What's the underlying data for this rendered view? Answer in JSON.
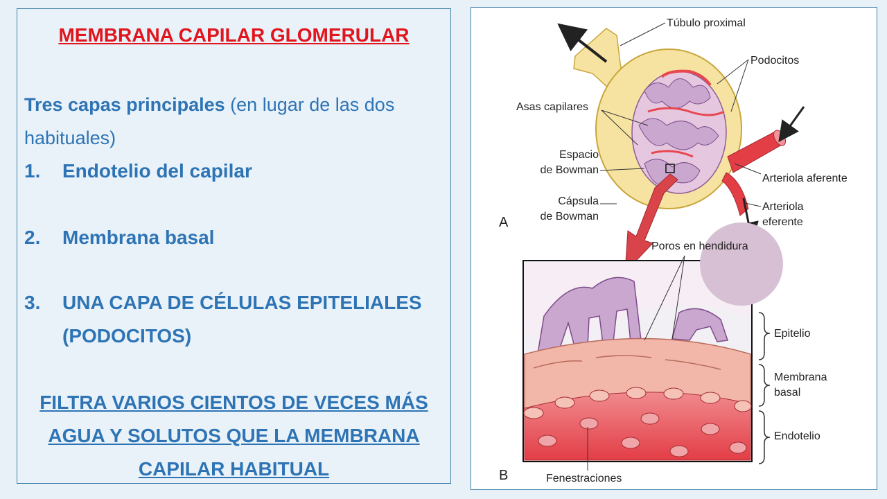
{
  "slide": {
    "title": "MEMBRANA CAPILAR GLOMERULAR",
    "intro_bold": "Tres capas principales",
    "intro_rest": " (en lugar de las dos habituales)",
    "layers": [
      {
        "num": "1.",
        "text": "Endotelio del capilar"
      },
      {
        "num": "2.",
        "text": "Membrana basal"
      },
      {
        "num": "3.",
        "text": "UNA CAPA DE CÉLULAS EPITELIALES (PODOCITOS)"
      }
    ],
    "conclusion": "FILTRA VARIOS CIENTOS DE VECES MÁS AGUA Y SOLUTOS QUE LA MEMBRANA CAPILAR HABITUAL"
  },
  "diagram": {
    "labels": {
      "tubulo": "Túbulo proximal",
      "podocitos": "Podocitos",
      "asas": "Asas capilares",
      "espacio_1": "Espacio",
      "espacio_2": "de Bowman",
      "capsula_1": "Cápsula",
      "capsula_2": "de Bowman",
      "arteriola_af": "Arteriola aferente",
      "arteriola_ef_1": "Arteriola",
      "arteriola_ef_2": "eferente",
      "letter_a": "A",
      "poros": "Poros en hendidura",
      "epitelio": "Epitelio",
      "membrana_1": "Membrana",
      "membrana_2": "basal",
      "endotelio": "Endotelio",
      "letter_b": "B",
      "fenestraciones": "Fenestraciones"
    },
    "colors": {
      "capsule": "#f6e3a1",
      "capillary": "#c9a7cf",
      "blood": "#e8474f",
      "membrane": "#f2b7a8",
      "arrow": "#d9434a"
    }
  }
}
